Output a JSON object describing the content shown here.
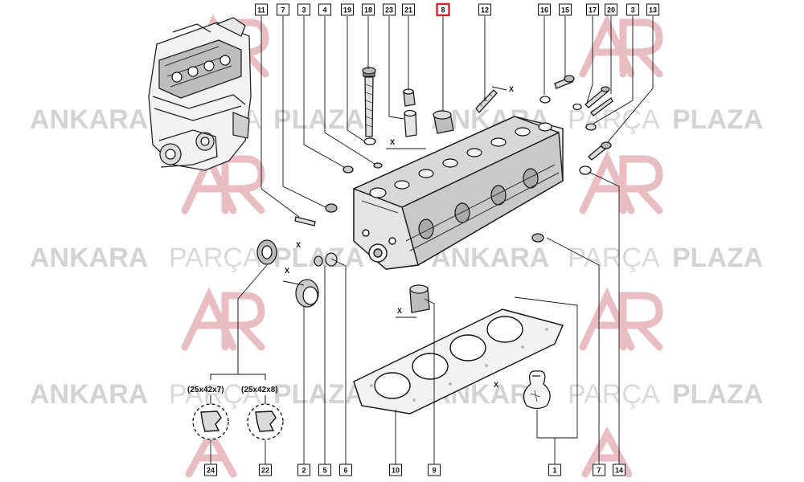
{
  "watermark": {
    "brand_light_1": "ANKARA ",
    "brand_light_2": "PARÇA ",
    "brand_bold": "PLAZA",
    "rows": [
      {
        "parts": [
          "ANKARA",
          "PARÇA",
          "PLAZA"
        ]
      },
      {
        "parts": [
          "ANKARA",
          "PARÇA",
          "PLAZA"
        ]
      },
      {
        "parts": [
          "ANKARA",
          "PARÇA",
          "PLAZA"
        ]
      }
    ],
    "color_light": "#d0d0d0",
    "color_bold": "#c4c4c4",
    "logo_color": "#e7b8bd"
  },
  "labels_top": [
    "11",
    "7",
    "3",
    "4",
    "19",
    "18",
    "23",
    "21",
    "8",
    "12",
    "16",
    "15",
    "17",
    "20",
    "3",
    "13"
  ],
  "labels_bottom": [
    "24",
    "22",
    "2",
    "5",
    "6",
    "10",
    "9",
    "1",
    "7",
    "14"
  ],
  "highlighted_label": "8",
  "highlight_color": "#d0262b",
  "seal_sizes": [
    "(25x42x7)",
    "(25x42x8)"
  ],
  "dimension_marks": [
    "X",
    "X",
    "X",
    "X",
    "X",
    "X"
  ]
}
